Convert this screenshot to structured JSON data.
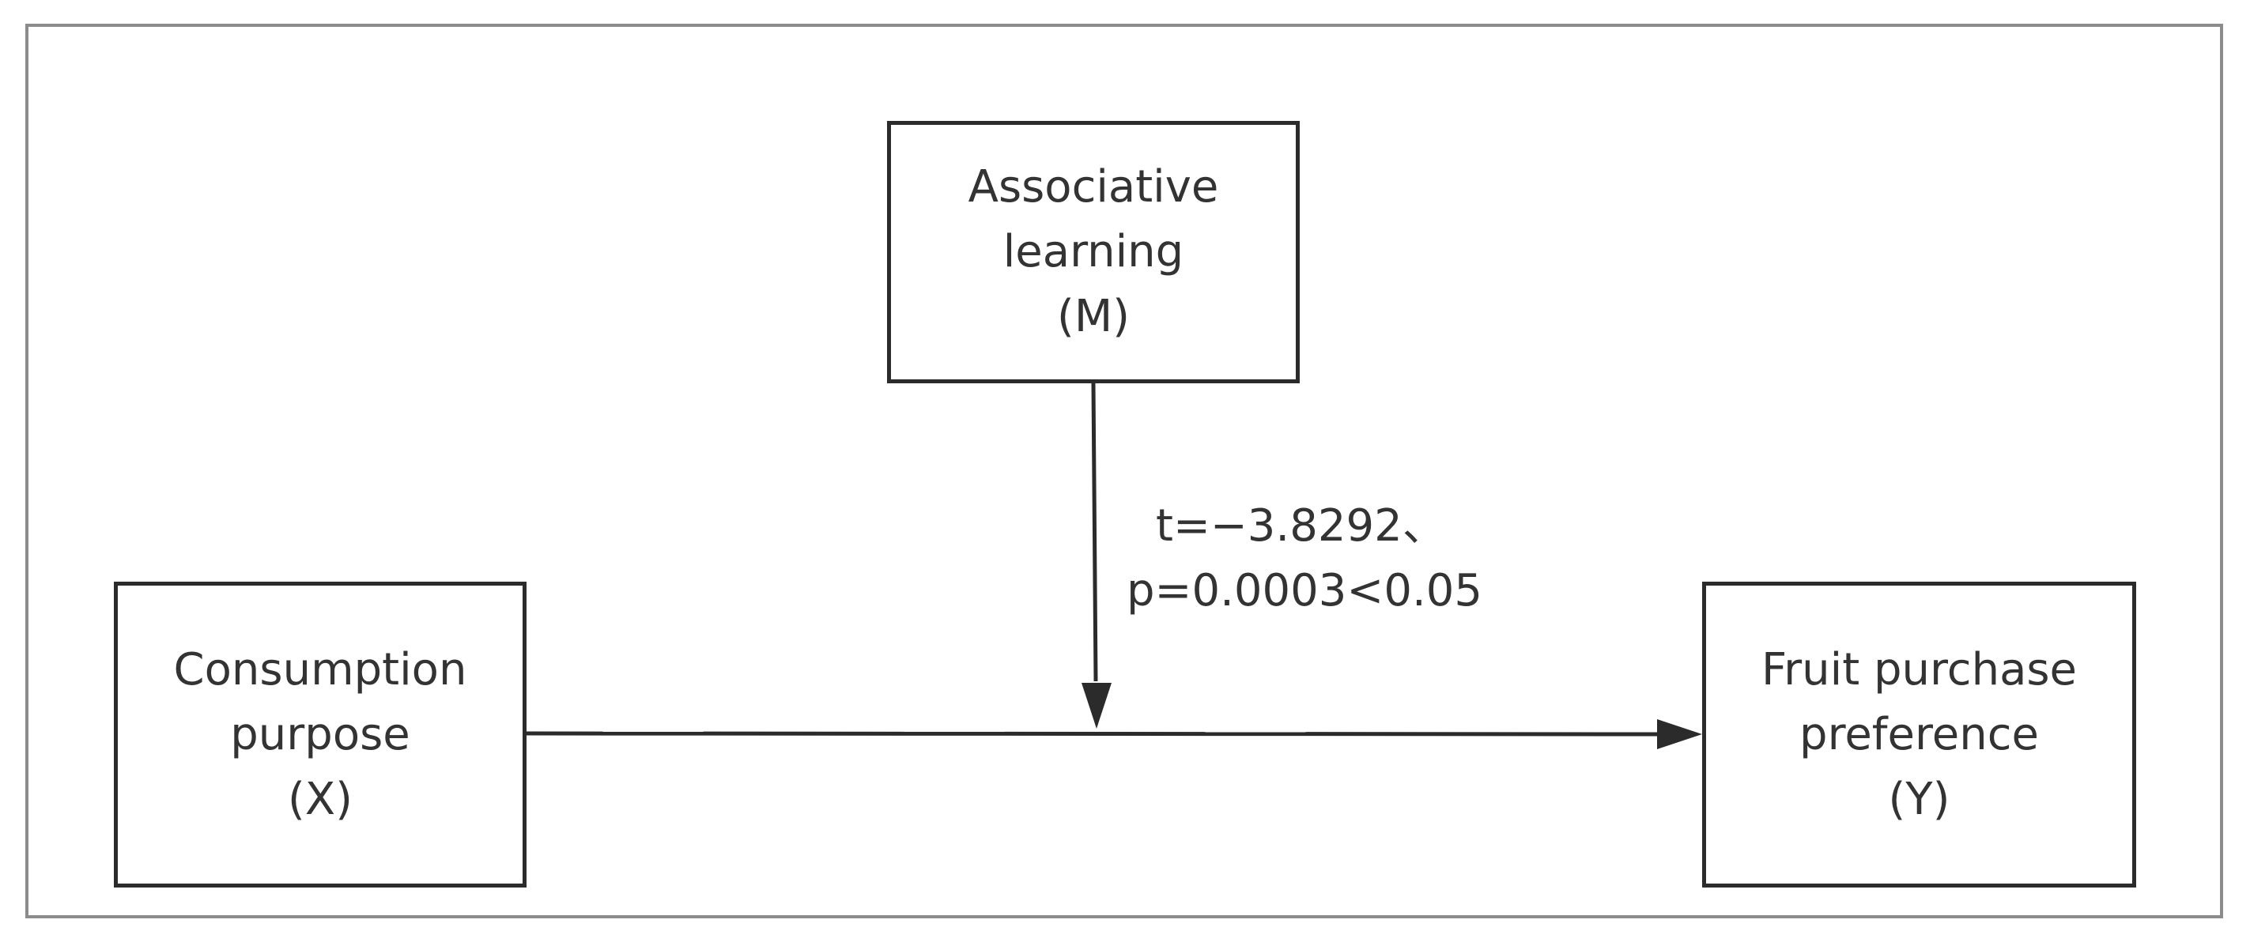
{
  "nodes": {
    "mediator": {
      "lines": [
        "Associative",
        "learning",
        "(M)"
      ]
    },
    "independent": {
      "lines": [
        "Consumption",
        "purpose",
        "(X)"
      ]
    },
    "dependent": {
      "lines": [
        "Fruit purchase",
        "preference",
        "(Y)"
      ]
    }
  },
  "edges": [
    {
      "from": "independent",
      "to": "dependent",
      "label": ""
    },
    {
      "from": "mediator",
      "to": "independent-dependent-path",
      "label": "t=−3.8292、 p=0.0003<0.05"
    }
  ],
  "moderation_stats": {
    "t_line": "t=−3.8292、",
    "p_line": "p=0.0003<0.05"
  },
  "colors": {
    "box_border": "#2b2b2b",
    "arrow": "#2b2b2b",
    "frame_border": "#8c8c8c",
    "text": "#333333"
  }
}
